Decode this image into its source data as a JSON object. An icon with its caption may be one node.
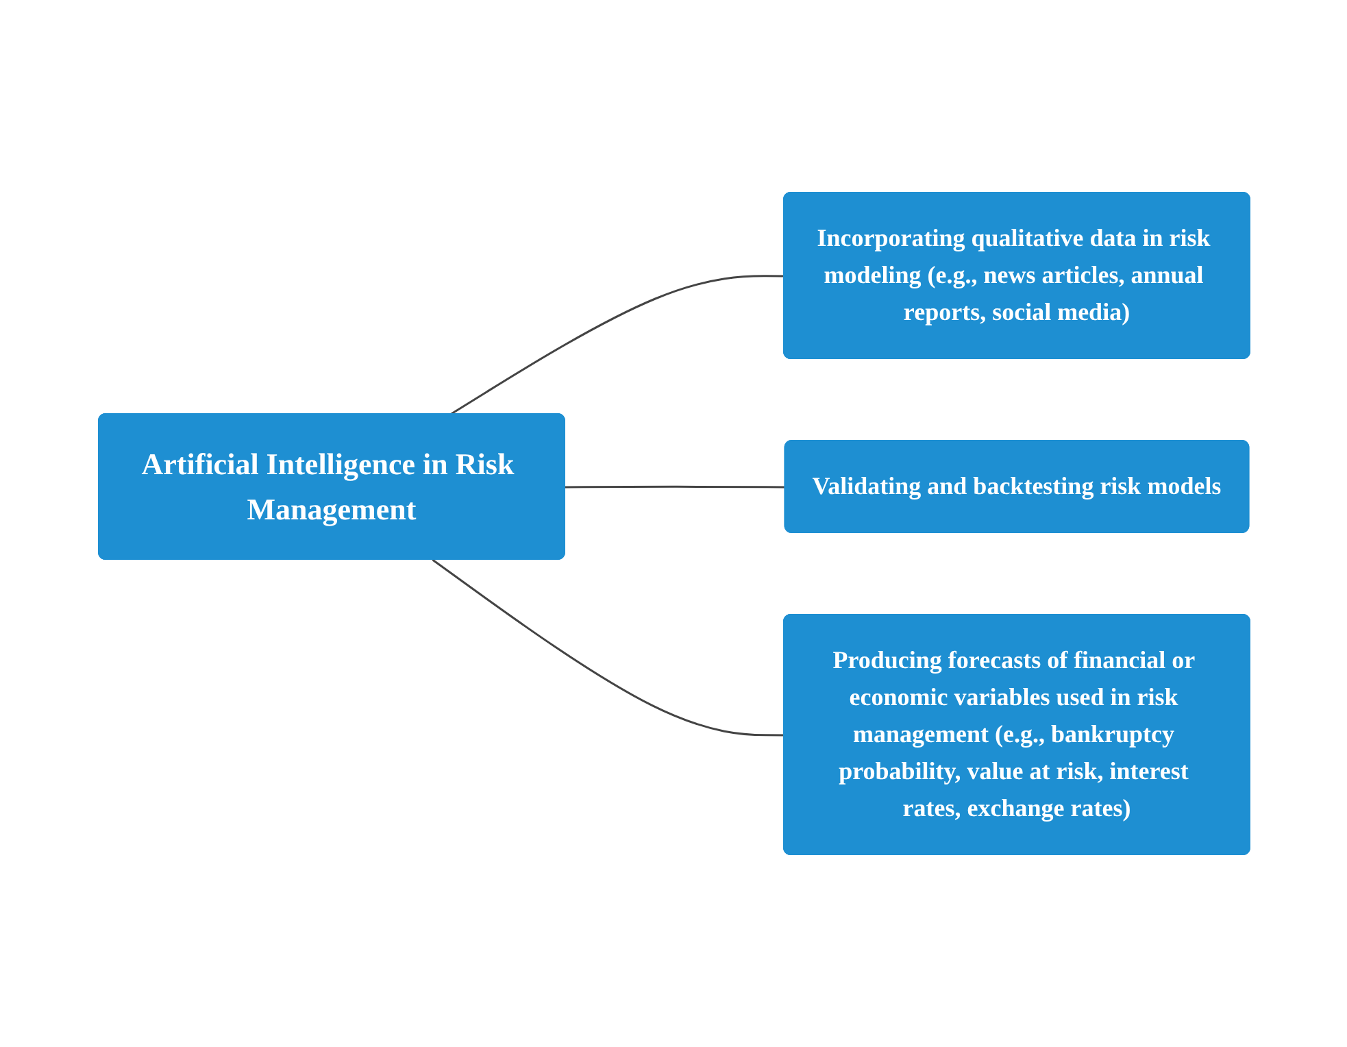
{
  "diagram": {
    "nodes": [
      {
        "text": [
          "Artificial Intelligence in Risk Management"
        ]
      },
      {
        "text": [
          "Incorporating qualitative data in risk modeling (e.g., news articles, annual reports, social media)"
        ]
      },
      {
        "text": [
          "Validating and backtesting risk models"
        ]
      },
      {
        "text": [
          "Producing forecasts of financial or economic variables used in risk management (e.g., bankruptcy probability, value at risk, interest rates, exchange rates)"
        ]
      }
    ],
    "edges": [
      {
        "from": 0,
        "to": 1,
        "arrow": "none"
      },
      {
        "from": 0,
        "to": 2,
        "arrow": "none"
      },
      {
        "from": 0,
        "to": 3,
        "arrow": "none"
      }
    ]
  }
}
